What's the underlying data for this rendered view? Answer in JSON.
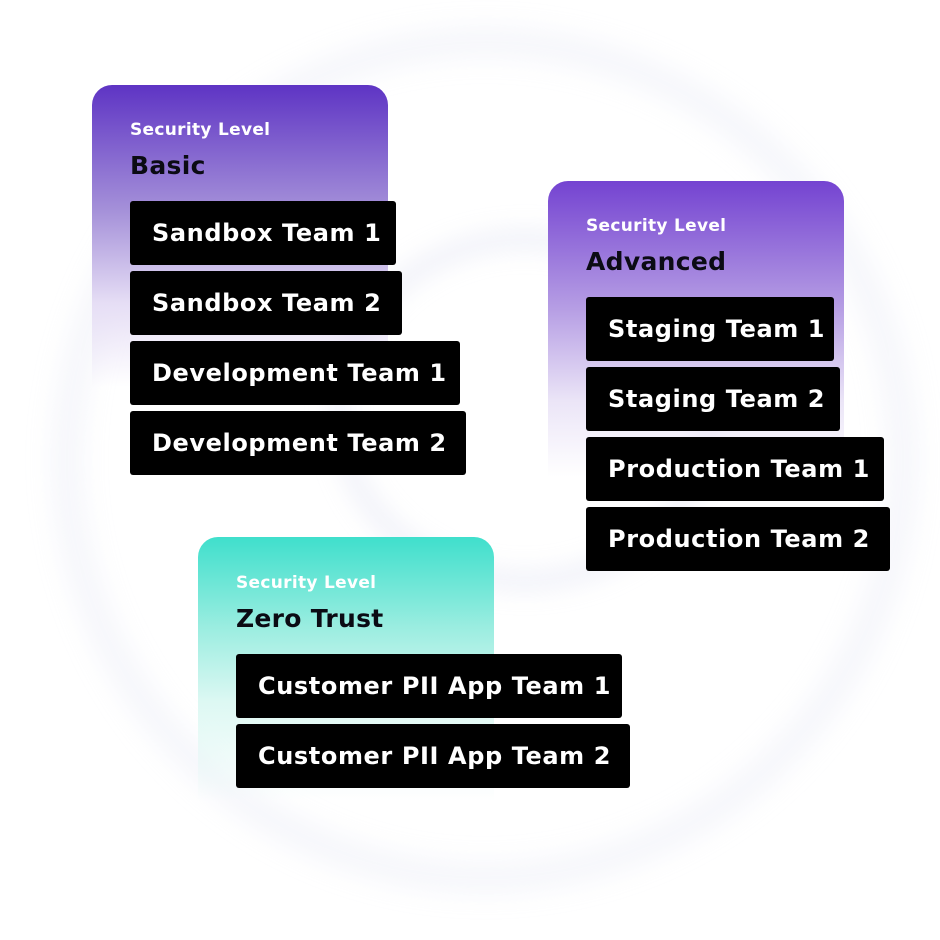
{
  "levels": [
    {
      "label": "Security Level",
      "name": "Basic",
      "teams": [
        "Sandbox Team 1",
        "Sandbox Team 2",
        "Development Team 1",
        "Development Team 2"
      ]
    },
    {
      "label": "Security Level",
      "name": "Advanced",
      "teams": [
        "Staging Team 1",
        "Staging Team 2",
        "Production Team 1",
        "Production Team 2"
      ]
    },
    {
      "label": "Security Level",
      "name": "Zero Trust",
      "teams": [
        "Customer PII App Team 1",
        "Customer PII App Team 2"
      ]
    }
  ],
  "colors": {
    "basic_accent": "#5e34c4",
    "advanced_accent": "#7443d1",
    "zerotrust_accent": "#3fdfcc",
    "team_bg": "#000000",
    "team_text": "#ffffff"
  }
}
